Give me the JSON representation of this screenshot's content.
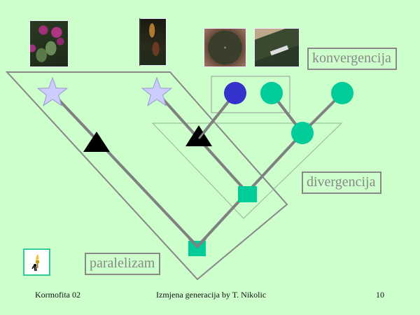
{
  "slide": {
    "background_color": "#CCFFCC",
    "footer": {
      "left": "Kormofita 02",
      "center": "Izmjena generacija by T. Nikolic",
      "page_number": "10"
    }
  },
  "photos": [
    {
      "name": "sweet-pea-photo",
      "subject": "sweet pea flowers"
    },
    {
      "name": "venus-flytrap-photo",
      "subject": "venus flytrap"
    },
    {
      "name": "round-cactus-photo",
      "subject": "round cactus"
    },
    {
      "name": "spiny-cactus-photo",
      "subject": "spiny cactus"
    }
  ],
  "labels": {
    "konvergencija": "konvergencija",
    "divergencija": "divergencija",
    "paralelizam": "paralelizam"
  },
  "colors": {
    "star": "#CCCCFF",
    "triangle": "#000000",
    "blue_circle": "#3333CC",
    "green_shape": "#00CC99",
    "line": "#808080",
    "label_border": "#888888"
  },
  "icons": {
    "nav_button": "torch-icon"
  }
}
